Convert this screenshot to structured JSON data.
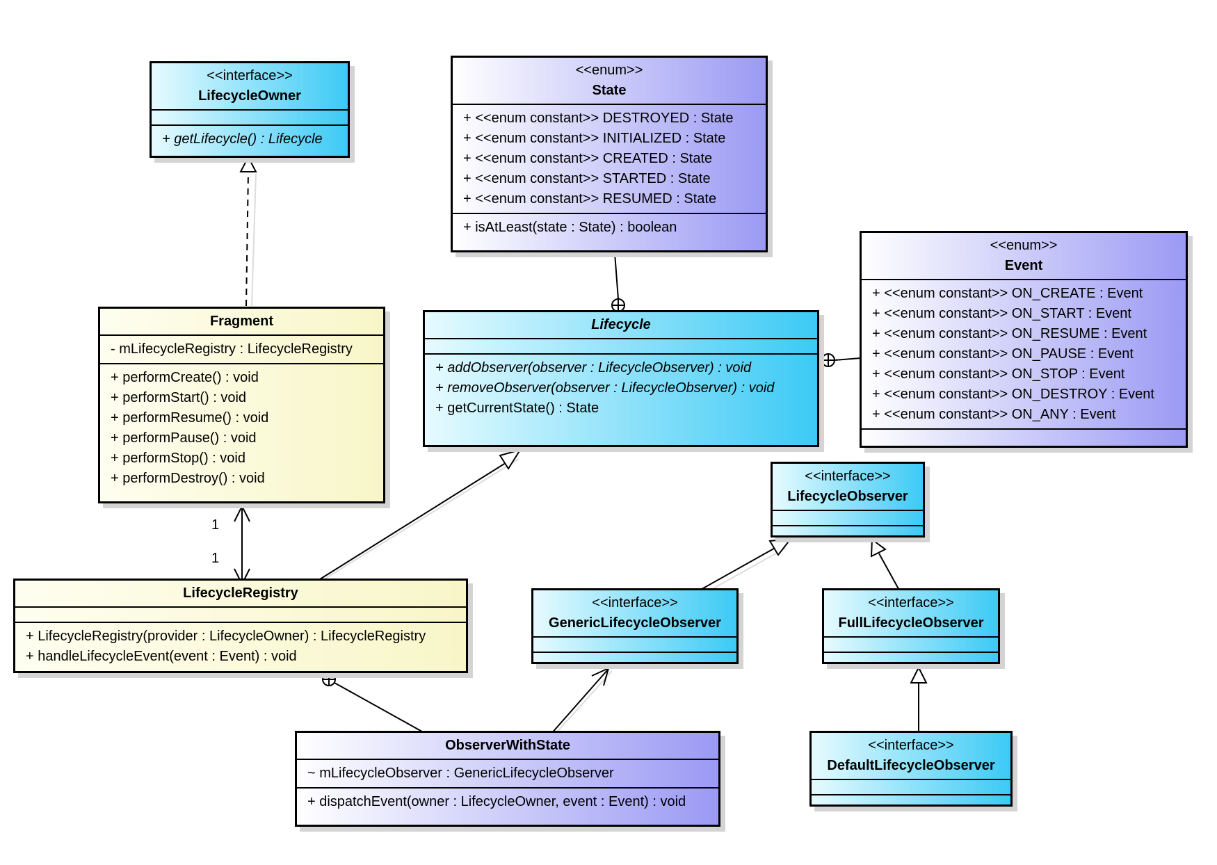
{
  "classes": {
    "lifecycle_owner": {
      "stereotype": "<<interface>>",
      "name": "LifecycleOwner",
      "attributes": [],
      "operations": [
        "+ getLifecycle() : Lifecycle"
      ]
    },
    "state": {
      "stereotype": "<<enum>>",
      "name": "State",
      "attributes": [
        "+ <<enum constant>> DESTROYED : State",
        "+ <<enum constant>> INITIALIZED : State",
        "+ <<enum constant>> CREATED : State",
        "+ <<enum constant>> STARTED : State",
        "+ <<enum constant>> RESUMED : State"
      ],
      "operations": [
        "+ isAtLeast(state : State) : boolean"
      ]
    },
    "event": {
      "stereotype": "<<enum>>",
      "name": "Event",
      "attributes": [
        "+ <<enum constant>> ON_CREATE : Event",
        "+ <<enum constant>> ON_START : Event",
        "+ <<enum constant>> ON_RESUME : Event",
        "+ <<enum constant>> ON_PAUSE : Event",
        "+ <<enum constant>> ON_STOP : Event",
        "+ <<enum constant>> ON_DESTROY : Event",
        "+ <<enum constant>> ON_ANY : Event"
      ],
      "operations": []
    },
    "fragment": {
      "name": "Fragment",
      "attributes": [
        "- mLifecycleRegistry : LifecycleRegistry"
      ],
      "operations": [
        "+ performCreate() : void",
        "+ performStart() : void",
        "+ performResume() : void",
        "+ performPause() : void",
        "+ performStop() : void",
        "+ performDestroy() : void"
      ]
    },
    "lifecycle": {
      "name": "Lifecycle",
      "attributes": [],
      "operations": [
        "+ addObserver(observer : LifecycleObserver) : void",
        "+ removeObserver(observer : LifecycleObserver) : void",
        "+ getCurrentState() : State"
      ]
    },
    "lifecycle_observer": {
      "stereotype": "<<interface>>",
      "name": "LifecycleObserver",
      "attributes": [],
      "operations": []
    },
    "lifecycle_registry": {
      "name": "LifecycleRegistry",
      "attributes": [],
      "operations": [
        "+ LifecycleRegistry(provider : LifecycleOwner) : LifecycleRegistry",
        "+ handleLifecycleEvent(event : Event) : void"
      ]
    },
    "generic_observer": {
      "stereotype": "<<interface>>",
      "name": "GenericLifecycleObserver",
      "attributes": [],
      "operations": []
    },
    "full_observer": {
      "stereotype": "<<interface>>",
      "name": "FullLifecycleObserver",
      "attributes": [],
      "operations": []
    },
    "observer_with_state": {
      "name": "ObserverWithState",
      "attributes": [
        "~ mLifecycleObserver : GenericLifecycleObserver"
      ],
      "operations": [
        "+ dispatchEvent(owner : LifecycleOwner, event : Event) : void"
      ]
    },
    "default_observer": {
      "stereotype": "<<interface>>",
      "name": "DefaultLifecycleObserver",
      "attributes": [],
      "operations": []
    }
  },
  "multiplicities": {
    "fragment_end": "1",
    "registry_end": "1"
  }
}
